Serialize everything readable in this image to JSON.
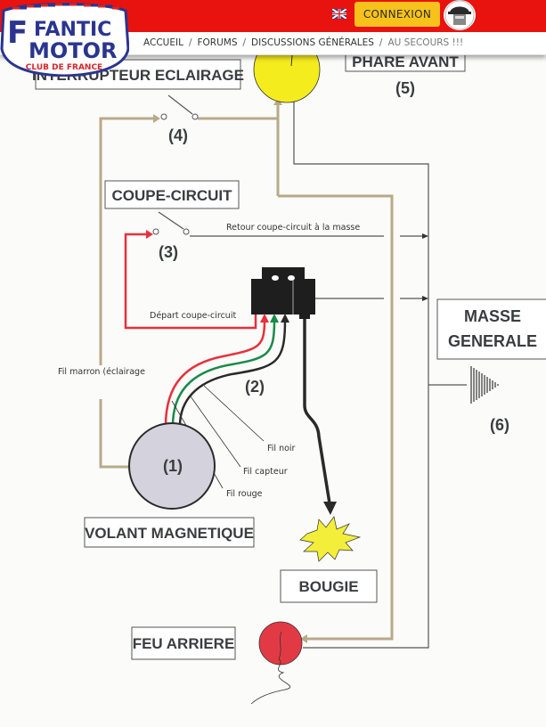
{
  "header": {
    "logo": {
      "line1": "FANTIC",
      "line2": "MOTOR",
      "tagline": "CLUB DE FRANCE"
    },
    "language_icon": "uk-flag-icon",
    "login_label": "CONNEXION",
    "avatar_icon": "user-avatar-icon"
  },
  "breadcrumb": {
    "items": [
      "ACCUEIL",
      "FORUMS",
      "DISCUSSIONS GÉNÉRALES"
    ],
    "current": "AU SECOURS !!!",
    "separator": "/"
  },
  "diagram": {
    "colors": {
      "brown_wire": "#b8a98a",
      "red_wire": "#e8303a",
      "green_wire": "#1a8a4a",
      "black_wire": "#2a2a2a",
      "headlight": "#f5ec1e",
      "taillight": "#e23a44",
      "flywheel": "#d4d2dc",
      "spark": "#f2ee3a"
    },
    "boxes": {
      "interrupteur": "INTERRUPTEUR ECLAIRAGE",
      "phare": "PHARE AVANT",
      "coupe_circuit": "COUPE-CIRCUIT",
      "masse1": "MASSE",
      "masse2": "GENERALE",
      "volant": "VOLANT  MAGNETIQUE",
      "bougie": "BOUGIE",
      "feu": "FEU ARRIERE"
    },
    "numbers": {
      "n1": "(1)",
      "n2": "(2)",
      "n3": "(3)",
      "n4": "(4)",
      "n5": "(5)",
      "n6": "(6)"
    },
    "wire_labels": {
      "retour": "Retour coupe-circuit à la masse",
      "depart": "Départ coupe-circuit",
      "marron": "Fil marron (éclairage",
      "noir": "Fil noir",
      "capteur": "Fil capteur",
      "rouge": "Fil rouge"
    }
  }
}
